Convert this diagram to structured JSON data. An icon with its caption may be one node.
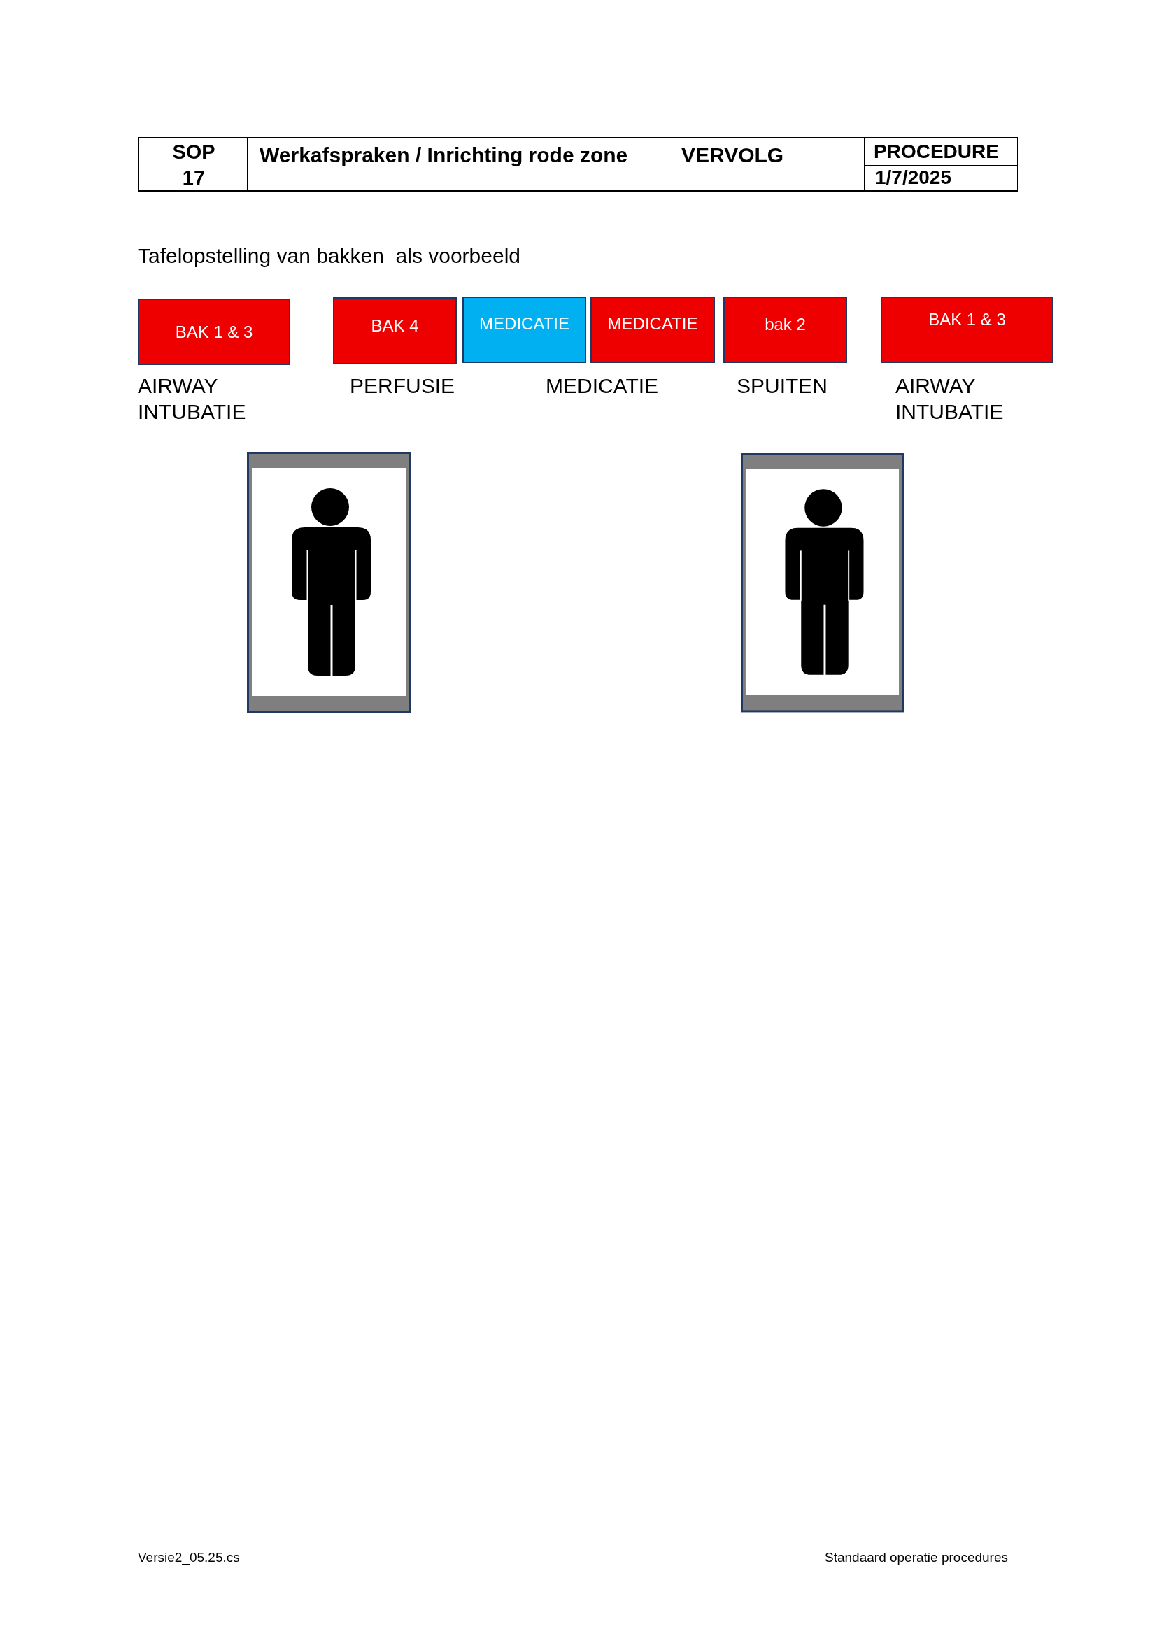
{
  "diagram": {
    "nodes": [
      {
        "text": [
          "BAK 1 & 3"
        ],
        "beside": [
          "AIRWAY INTUBATIE"
        ]
      },
      {
        "text": [
          "BAK 4"
        ],
        "beside": [
          "PERFUSIE"
        ]
      },
      {
        "text": [
          "MEDICATIE"
        ]
      },
      {
        "text": [
          "MEDICATIE"
        ]
      },
      {
        "text": [
          "bak 2"
        ],
        "beside": [
          "SPUITEN"
        ]
      },
      {
        "text": [
          "BAK 1 & 3"
        ],
        "beside": [
          "AIRWAY INTUBATIE"
        ]
      },
      {
        "text": [],
        "shape": "person"
      },
      {
        "text": [],
        "shape": "person"
      }
    ],
    "edges": [],
    "labels": [
      "SOP 17",
      "Werkafspraken / Inrichting rode zone",
      "VERVOLG",
      "PROCEDURE",
      "1/7/2025",
      "Tafelopstelling van bakken  als voorbeeld",
      "MEDICATIE",
      "Versie2_05.25.cs",
      "Standaard operatie procedures"
    ]
  }
}
